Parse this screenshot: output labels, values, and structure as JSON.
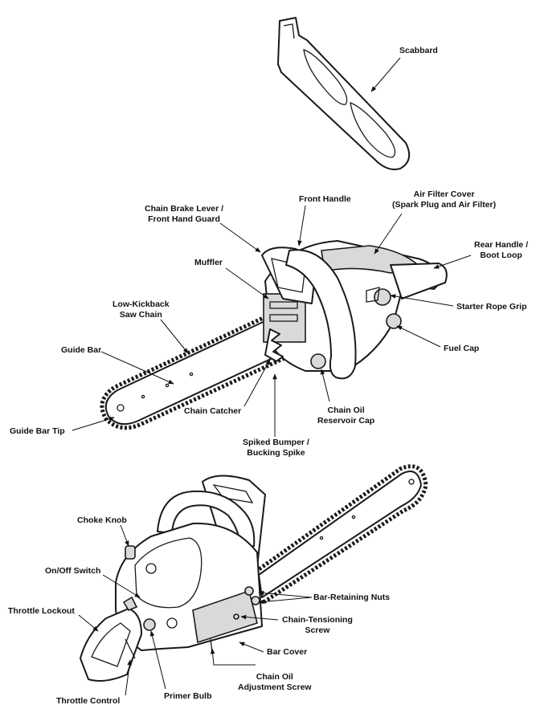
{
  "labels": {
    "scabbard": "Scabbard",
    "front_handle": "Front Handle",
    "air_filter_cover": "Air Filter Cover\n(Spark Plug and Air Filter)",
    "chain_brake_lever": "Chain Brake Lever /\nFront Hand Guard",
    "rear_handle": "Rear Handle /\nBoot Loop",
    "muffler": "Muffler",
    "starter_rope_grip": "Starter Rope Grip",
    "low_kickback_chain": "Low-Kickback\nSaw Chain",
    "guide_bar": "Guide Bar",
    "fuel_cap": "Fuel Cap",
    "chain_catcher": "Chain Catcher",
    "chain_oil_reservoir_cap": "Chain Oil\nReservoir Cap",
    "guide_bar_tip": "Guide Bar Tip",
    "spiked_bumper": "Spiked Bumper /\nBucking Spike",
    "choke_knob": "Choke Knob",
    "on_off_switch": "On/Off Switch",
    "bar_retaining_nuts": "Bar-Retaining Nuts",
    "throttle_lockout": "Throttle Lockout",
    "chain_tensioning_screw": "Chain-Tensioning\nScrew",
    "bar_cover": "Bar Cover",
    "chain_oil_adjustment_screw": "Chain Oil\nAdjustment Screw",
    "throttle_control": "Throttle Control",
    "primer_bulb": "Primer Bulb"
  }
}
